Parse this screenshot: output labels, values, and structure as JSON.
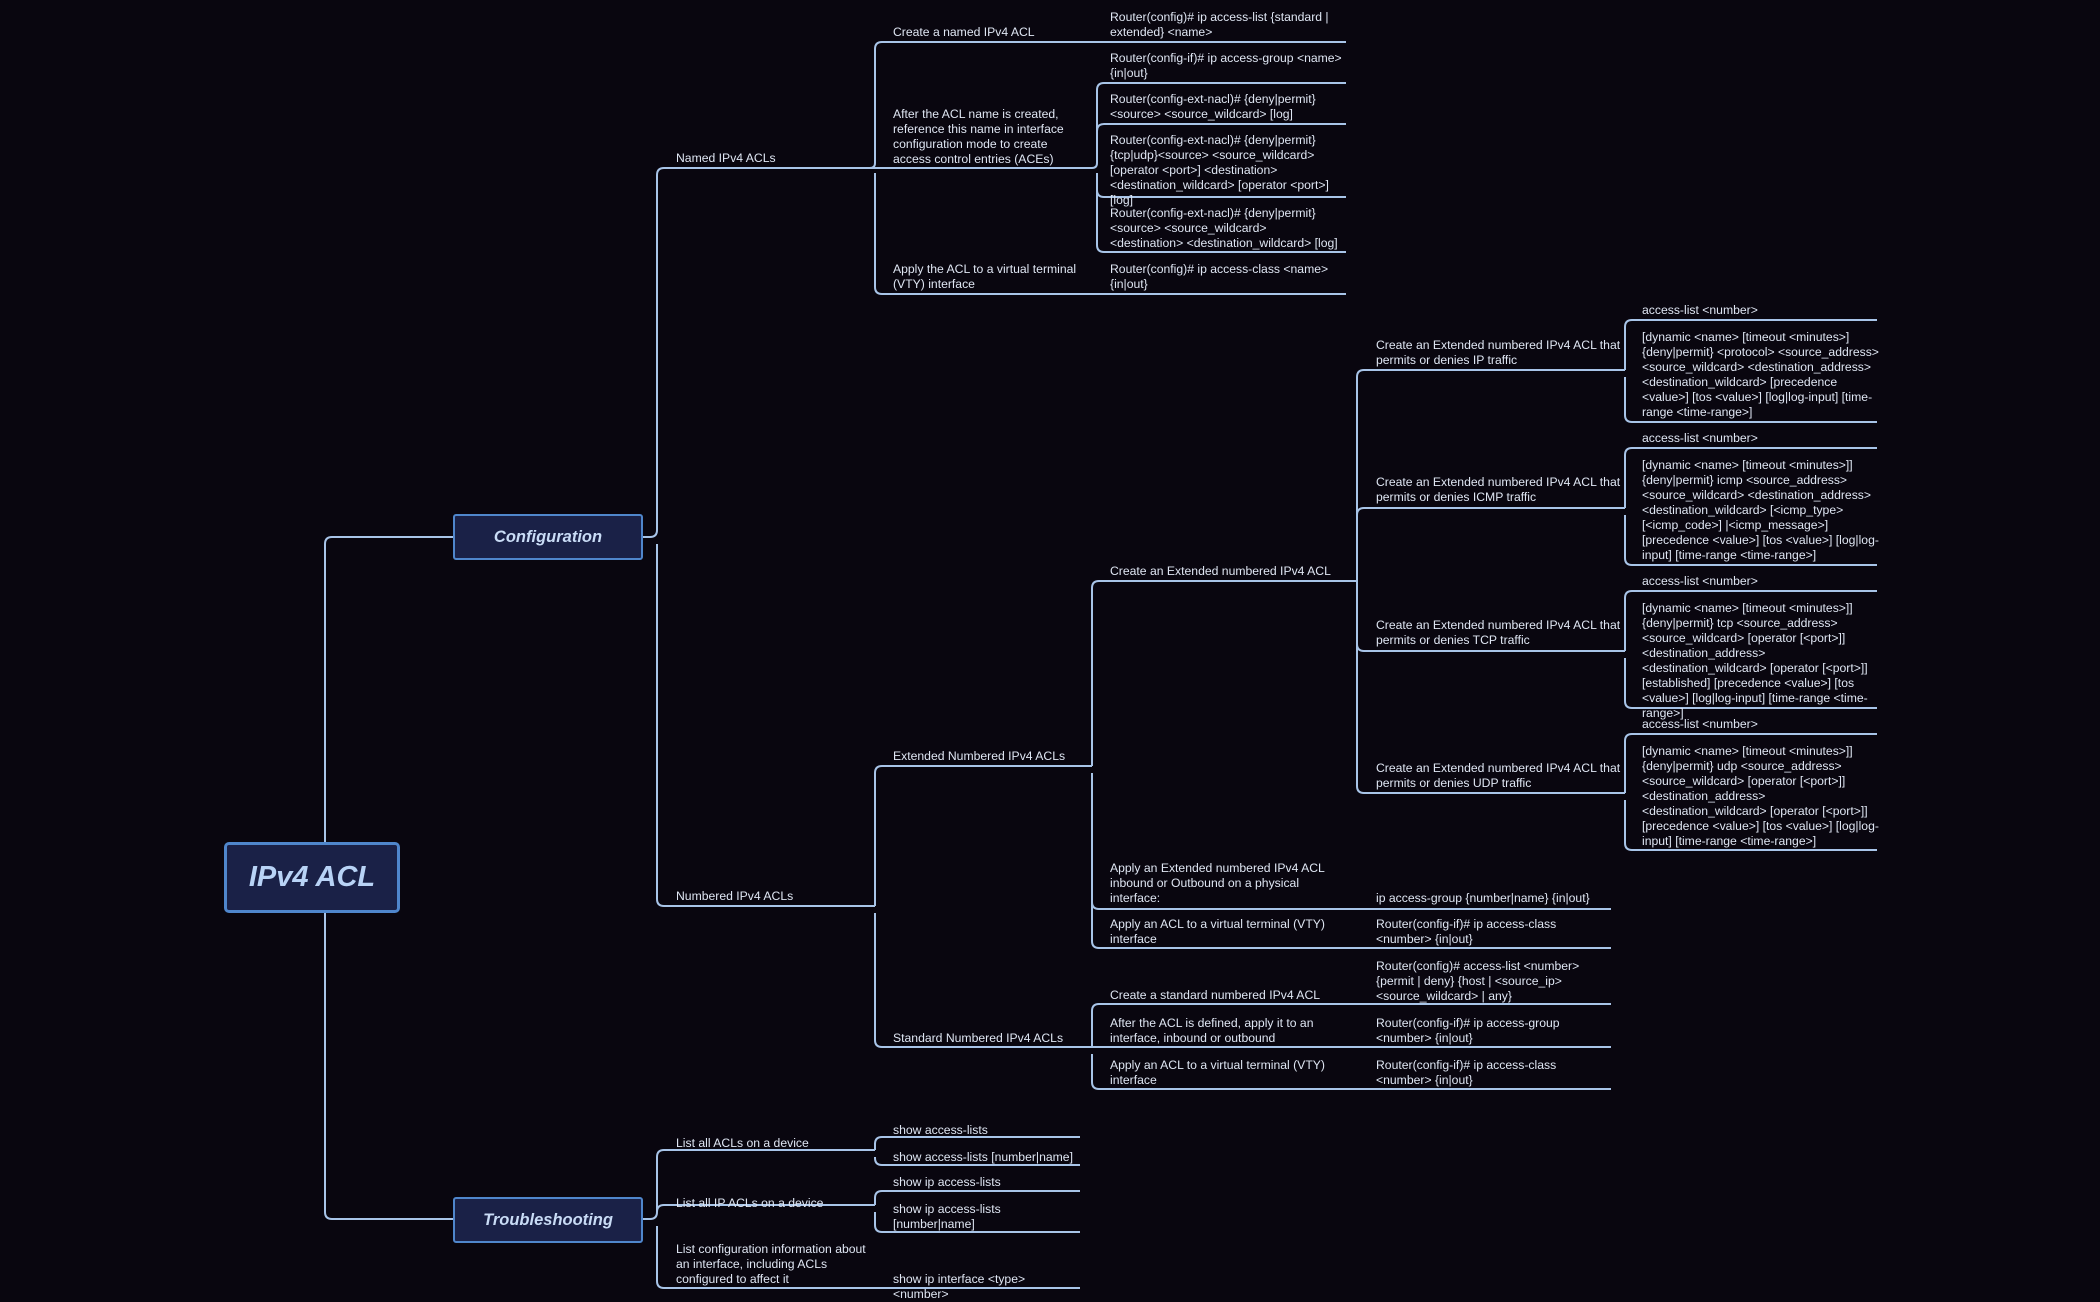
{
  "root": "IPv4 ACL",
  "configuration": {
    "label": "Configuration",
    "named": {
      "label": "Named IPv4 ACLs",
      "create_label": "Create a named IPv4 ACL",
      "create_cmd": "Router(config)# ip access-list {standard | extended} <name>",
      "reference_label": "After the ACL name is created, reference this name in interface configuration mode to create access control entries (ACEs)",
      "reference_cmds": [
        "Router(config-if)# ip access-group <name> {in|out}",
        "Router(config-ext-nacl)# {deny|permit} <source> <source_wildcard> [log]",
        "Router(config-ext-nacl)# {deny|permit} {tcp|udp}<source> <source_wildcard> [operator <port>] <destination> <destination_wildcard> [operator <port>] [log]",
        "Router(config-ext-nacl)# {deny|permit} <source> <source_wildcard> <destination> <destination_wildcard> [log]"
      ],
      "vty_label": "Apply the ACL to a virtual terminal (VTY) interface",
      "vty_cmd": "Router(config)# ip access-class <name> {in|out}"
    },
    "numbered": {
      "label": "Numbered IPv4 ACLs",
      "extended": {
        "label": "Extended Numbered IPv4 ACLs",
        "create_label": "Create an Extended numbered IPv4 ACL",
        "variants": [
          {
            "label": "Create an Extended numbered IPv4 ACL that permits or denies IP traffic",
            "prefix": "access-list <number>",
            "syntax": "[dynamic <name> [timeout <minutes>]{deny|permit} <protocol> <source_address> <source_wildcard> <destination_address> <destination_wildcard> [precedence <value>] [tos <value>] [log|log-input] [time-range <time-range>]"
          },
          {
            "label": "Create an Extended numbered IPv4 ACL that permits or denies ICMP traffic",
            "prefix": "access-list <number>",
            "syntax": "[dynamic <name> [timeout <minutes>]]{deny|permit} icmp <source_address> <source_wildcard> <destination_address> <destination_wildcard> [<icmp_type> [<icmp_code>] |<icmp_message>]  [precedence <value>] [tos <value>] [log|log-input] [time-range <time-range>]"
          },
          {
            "label": "Create an Extended numbered IPv4 ACL that permits or denies TCP traffic",
            "prefix": "access-list <number>",
            "syntax": "[dynamic <name> [timeout <minutes>]]{deny|permit} tcp <source_address> <source_wildcard> [operator [<port>]] <destination_address> <destination_wildcard> [operator [<port>]] [established] [precedence <value>] [tos <value>] [log|log-input] [time-range <time-range>]"
          },
          {
            "label": "Create an Extended numbered IPv4 ACL that permits or denies UDP traffic",
            "prefix": "access-list <number>",
            "syntax": "[dynamic <name> [timeout <minutes>]]{deny|permit} udp <source_address> <source_wildcard> [operator [<port>]] <destination_address> <destination_wildcard> [operator [<port>]] [precedence <value>] [tos <value>] [log|log-input] [time-range <time-range>]"
          }
        ],
        "apply_label": "Apply an Extended numbered IPv4 ACL inbound or Outbound on a physical interface:",
        "apply_cmd": "ip access-group {number|name} {in|out}",
        "vty_label": "Apply an ACL to a virtual terminal (VTY) interface",
        "vty_cmd": "Router(config-if)# ip access-class <number> {in|out}"
      },
      "standard": {
        "label": "Standard Numbered IPv4 ACLs",
        "items": [
          {
            "label": "Create a standard numbered IPv4 ACL",
            "cmd": "Router(config)# access-list <number> {permit | deny} {host | <source_ip> <source_wildcard> | any}"
          },
          {
            "label": "After the ACL is defined, apply it to an interface, inbound or outbound",
            "cmd": "Router(config-if)# ip access-group <number> {in|out}"
          },
          {
            "label": "Apply an ACL to a virtual terminal (VTY) interface",
            "cmd": "Router(config-if)# ip access-class <number> {in|out}"
          }
        ]
      }
    }
  },
  "troubleshooting": {
    "label": "Troubleshooting",
    "items": [
      {
        "label": "List all ACLs on a device",
        "cmds": [
          "show access-lists",
          "show access-lists [number|name]"
        ]
      },
      {
        "label": "List all IP ACLs on a device",
        "cmds": [
          "show ip access-lists",
          "show ip access-lists [number|name]"
        ]
      },
      {
        "label": "List configuration information about an interface, including ACLs configured to affect it",
        "cmds": [
          "show ip interface <type> <number>"
        ]
      }
    ]
  }
}
